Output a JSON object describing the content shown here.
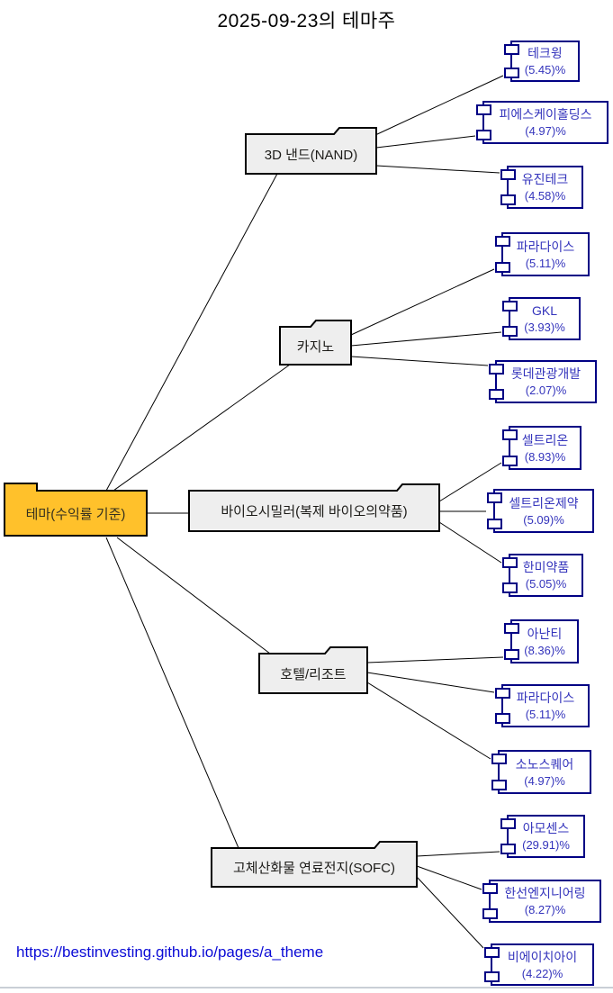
{
  "title": "2025-09-23의 테마주",
  "root": {
    "label": "테마(수익률 기준)"
  },
  "themes": [
    {
      "label": "3D 낸드(NAND)",
      "stocks": [
        {
          "name": "테크윙",
          "change": "(5.45)%"
        },
        {
          "name": "피에스케이홀딩스",
          "change": "(4.97)%"
        },
        {
          "name": "유진테크",
          "change": "(4.58)%"
        }
      ]
    },
    {
      "label": "카지노",
      "stocks": [
        {
          "name": "파라다이스",
          "change": "(5.11)%"
        },
        {
          "name": "GKL",
          "change": "(3.93)%"
        },
        {
          "name": "롯데관광개발",
          "change": "(2.07)%"
        }
      ]
    },
    {
      "label": "바이오시밀러(복제 바이오의약품)",
      "stocks": [
        {
          "name": "셀트리온",
          "change": "(8.93)%"
        },
        {
          "name": "셀트리온제약",
          "change": "(5.09)%"
        },
        {
          "name": "한미약품",
          "change": "(5.05)%"
        }
      ]
    },
    {
      "label": "호텔/리조트",
      "stocks": [
        {
          "name": "아난티",
          "change": "(8.36)%"
        },
        {
          "name": "파라다이스",
          "change": "(5.11)%"
        },
        {
          "name": "소노스퀘어",
          "change": "(4.97)%"
        }
      ]
    },
    {
      "label": "고체산화물 연료전지(SOFC)",
      "stocks": [
        {
          "name": "아모센스",
          "change": "(29.91)%"
        },
        {
          "name": "한선엔지니어링",
          "change": "(8.27)%"
        },
        {
          "name": "비에이치아이",
          "change": "(4.22)%"
        }
      ]
    }
  ],
  "footer": {
    "link": "https://bestinvesting.github.io/pages/a_theme"
  },
  "colors": {
    "root_fill": "#FFC12B",
    "theme_fill": "#EEEEEE",
    "node_border": "#000000",
    "leaf_border": "#000084",
    "leaf_text": "#3434BC",
    "link_color": "#0B0BD6"
  }
}
